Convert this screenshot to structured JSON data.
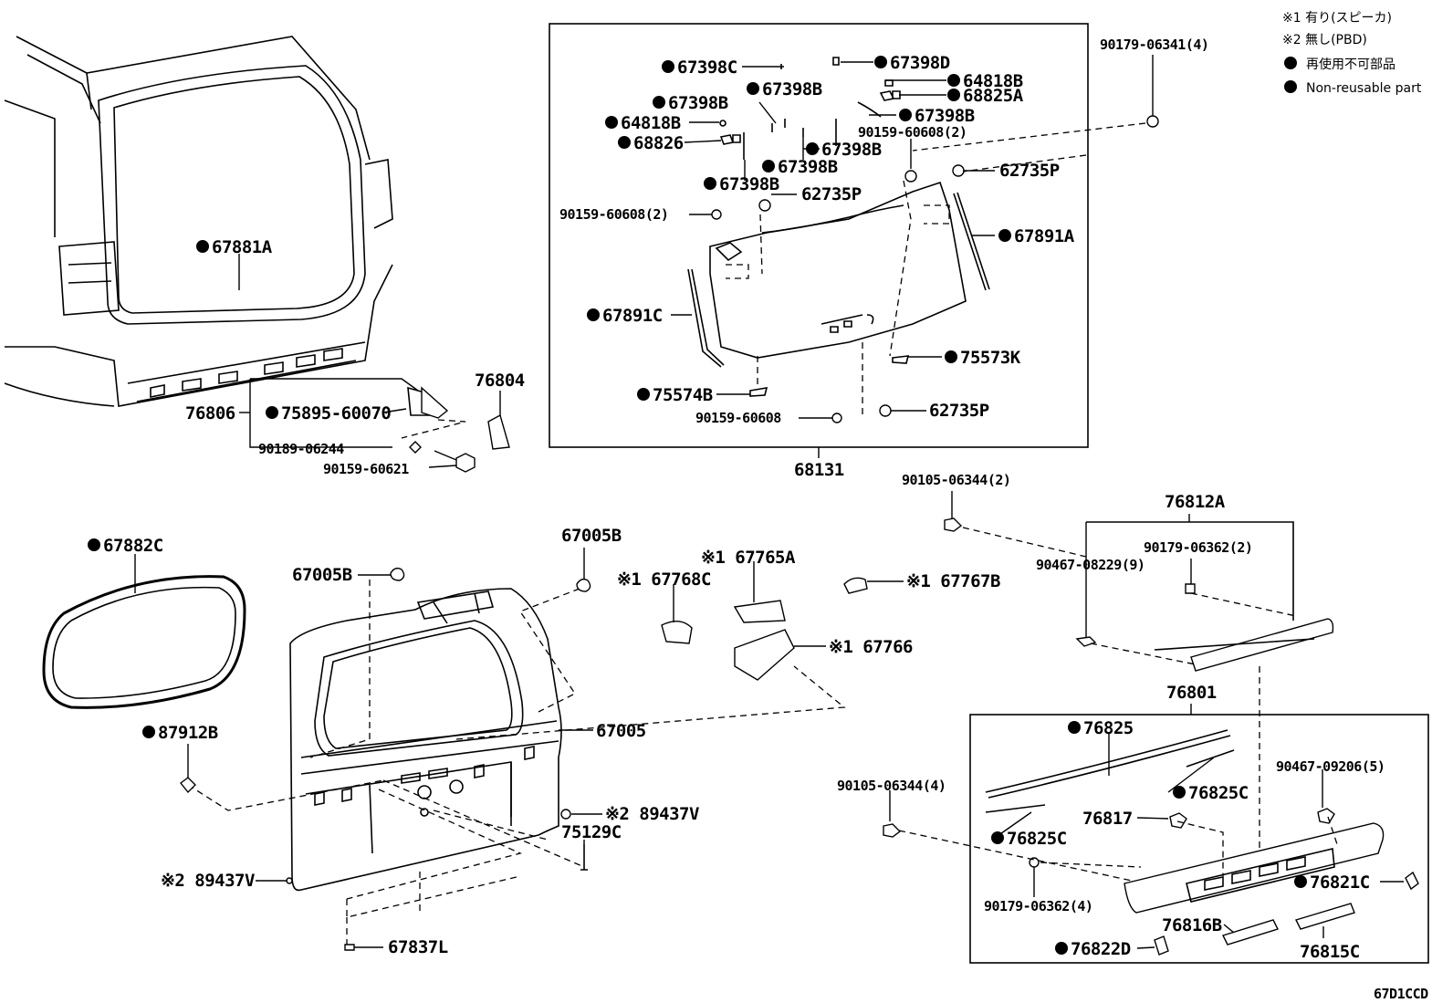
{
  "legend": {
    "note1": "※1 有り(スピーカ)",
    "note2": "※2 無し(PBD)",
    "nonreusable_jp": "再使用不可部品",
    "nonreusable_en": "Non-reusable part"
  },
  "diagram_code": "67D1CCD",
  "labels": {
    "p67398C": "67398C",
    "p67398D": "67398D",
    "p64818B_r": "64818B",
    "p68825A": "68825A",
    "p67398B_a": "67398B",
    "p67398B_b": "67398B",
    "p64818B_l": "64818B",
    "p67398B_c": "67398B",
    "p68826": "68826",
    "p90159_60608_2a": "90159-60608(2)",
    "p67398B_d": "67398B",
    "p67398B_e": "67398B",
    "p67398B_f": "67398B",
    "p62735P_a": "62735P",
    "p62735P_b": "62735P",
    "p90159_60608_2b": "90159-60608(2)",
    "p67891A": "67891A",
    "p67891C": "67891C",
    "p75573K": "75573K",
    "p75574B": "75574B",
    "p90159_60608": "90159-60608",
    "p62735P_c": "62735P",
    "p68131": "68131",
    "p90179_06341": "90179-06341(4)",
    "p67881A": "67881A",
    "p76804": "76804",
    "p76806": "76806",
    "p75895": "75895-60070",
    "p90189": "90189-06244",
    "p90159_60621": "90159-60621",
    "p67882C": "67882C",
    "p67005B_a": "67005B",
    "p67005B_b": "67005B",
    "p67768C": "※1 67768C",
    "p67765A": "※1 67765A",
    "p67767B": "※1 67767B",
    "p67766": "※1 67766",
    "p67005": "67005",
    "p87912B": "87912B",
    "p89437V_r": "※2 89437V",
    "p75129C": "75129C",
    "p89437V_l": "※2 89437V",
    "p67837L": "67837L",
    "p90105_06344_2": "90105-06344(2)",
    "p76812A": "76812A",
    "p90179_06362_2": "90179-06362(2)",
    "p90467_08229": "90467-08229(9)",
    "p76801": "76801",
    "p76825": "76825",
    "p76825C_a": "76825C",
    "p90105_06344_4": "90105-06344(4)",
    "p90467_09206": "90467-09206(5)",
    "p76817": "76817",
    "p76825C_b": "76825C",
    "p76821C": "76821C",
    "p90179_06362_4": "90179-06362(4)",
    "p76816B": "76816B",
    "p76822D": "76822D",
    "p76815C": "76815C"
  }
}
